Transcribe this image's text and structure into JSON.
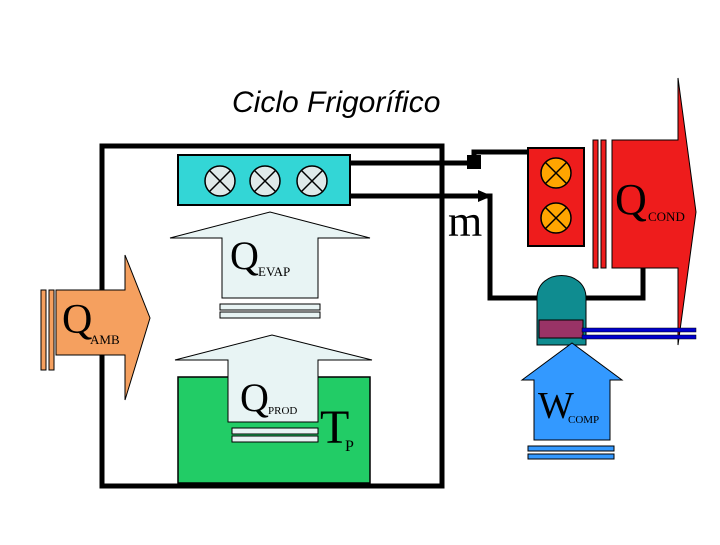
{
  "title": "Ciclo Frigorífico",
  "colors": {
    "evaporator": "#33d6d6",
    "fan": "#dfe9e9",
    "arrow_light": "#e8f4f4",
    "product": "#22cc66",
    "condenser": "#ee1c1c",
    "condenser_fan": "#ffa500",
    "compressor_dome": "#0f8c90",
    "compressor_band": "#993366",
    "compressor_arrow": "#3399ff",
    "ambient_arrow": "#f5a05f",
    "pipe_blue": "#0000cc",
    "stroke": "#000000"
  },
  "labels": {
    "q_glyph": "Q",
    "glyph_box": "",
    "m_glyph": "m",
    "w_glyph": "W",
    "t_glyph": "T",
    "evap_sub": "EVAP",
    "prod_sub": "PROD",
    "amb_sub": "AMB",
    "cond_sub": "COND",
    "comp_sub": "COMP",
    "t_sub": "P"
  }
}
